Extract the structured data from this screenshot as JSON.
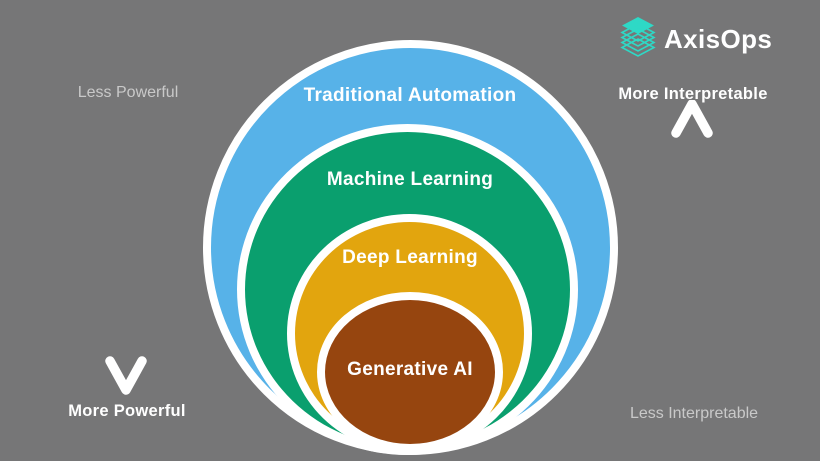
{
  "brand": {
    "name": "AxisOps",
    "icon": "layers-stack-icon",
    "icon_color": "#2ed9c6"
  },
  "background_color": "#767677",
  "text_colors": {
    "primary": "#ffffff",
    "muted": "#c9c9c9"
  },
  "diagram": {
    "type": "nested-circles",
    "rings": [
      {
        "label": "Traditional Automation",
        "color": "#57b2e8"
      },
      {
        "label": "Machine Learning",
        "color": "#0a9f6e"
      },
      {
        "label": "Deep Learning",
        "color": "#e2a50e"
      },
      {
        "label": "Generative AI",
        "color": "#96450f"
      }
    ],
    "axes": {
      "left": {
        "top_label": "Less Powerful",
        "bottom_label": "More Powerful",
        "arrow_direction": "down"
      },
      "right": {
        "top_label": "More Interpretable",
        "bottom_label": "Less Interpretable",
        "arrow_direction": "up"
      }
    }
  }
}
